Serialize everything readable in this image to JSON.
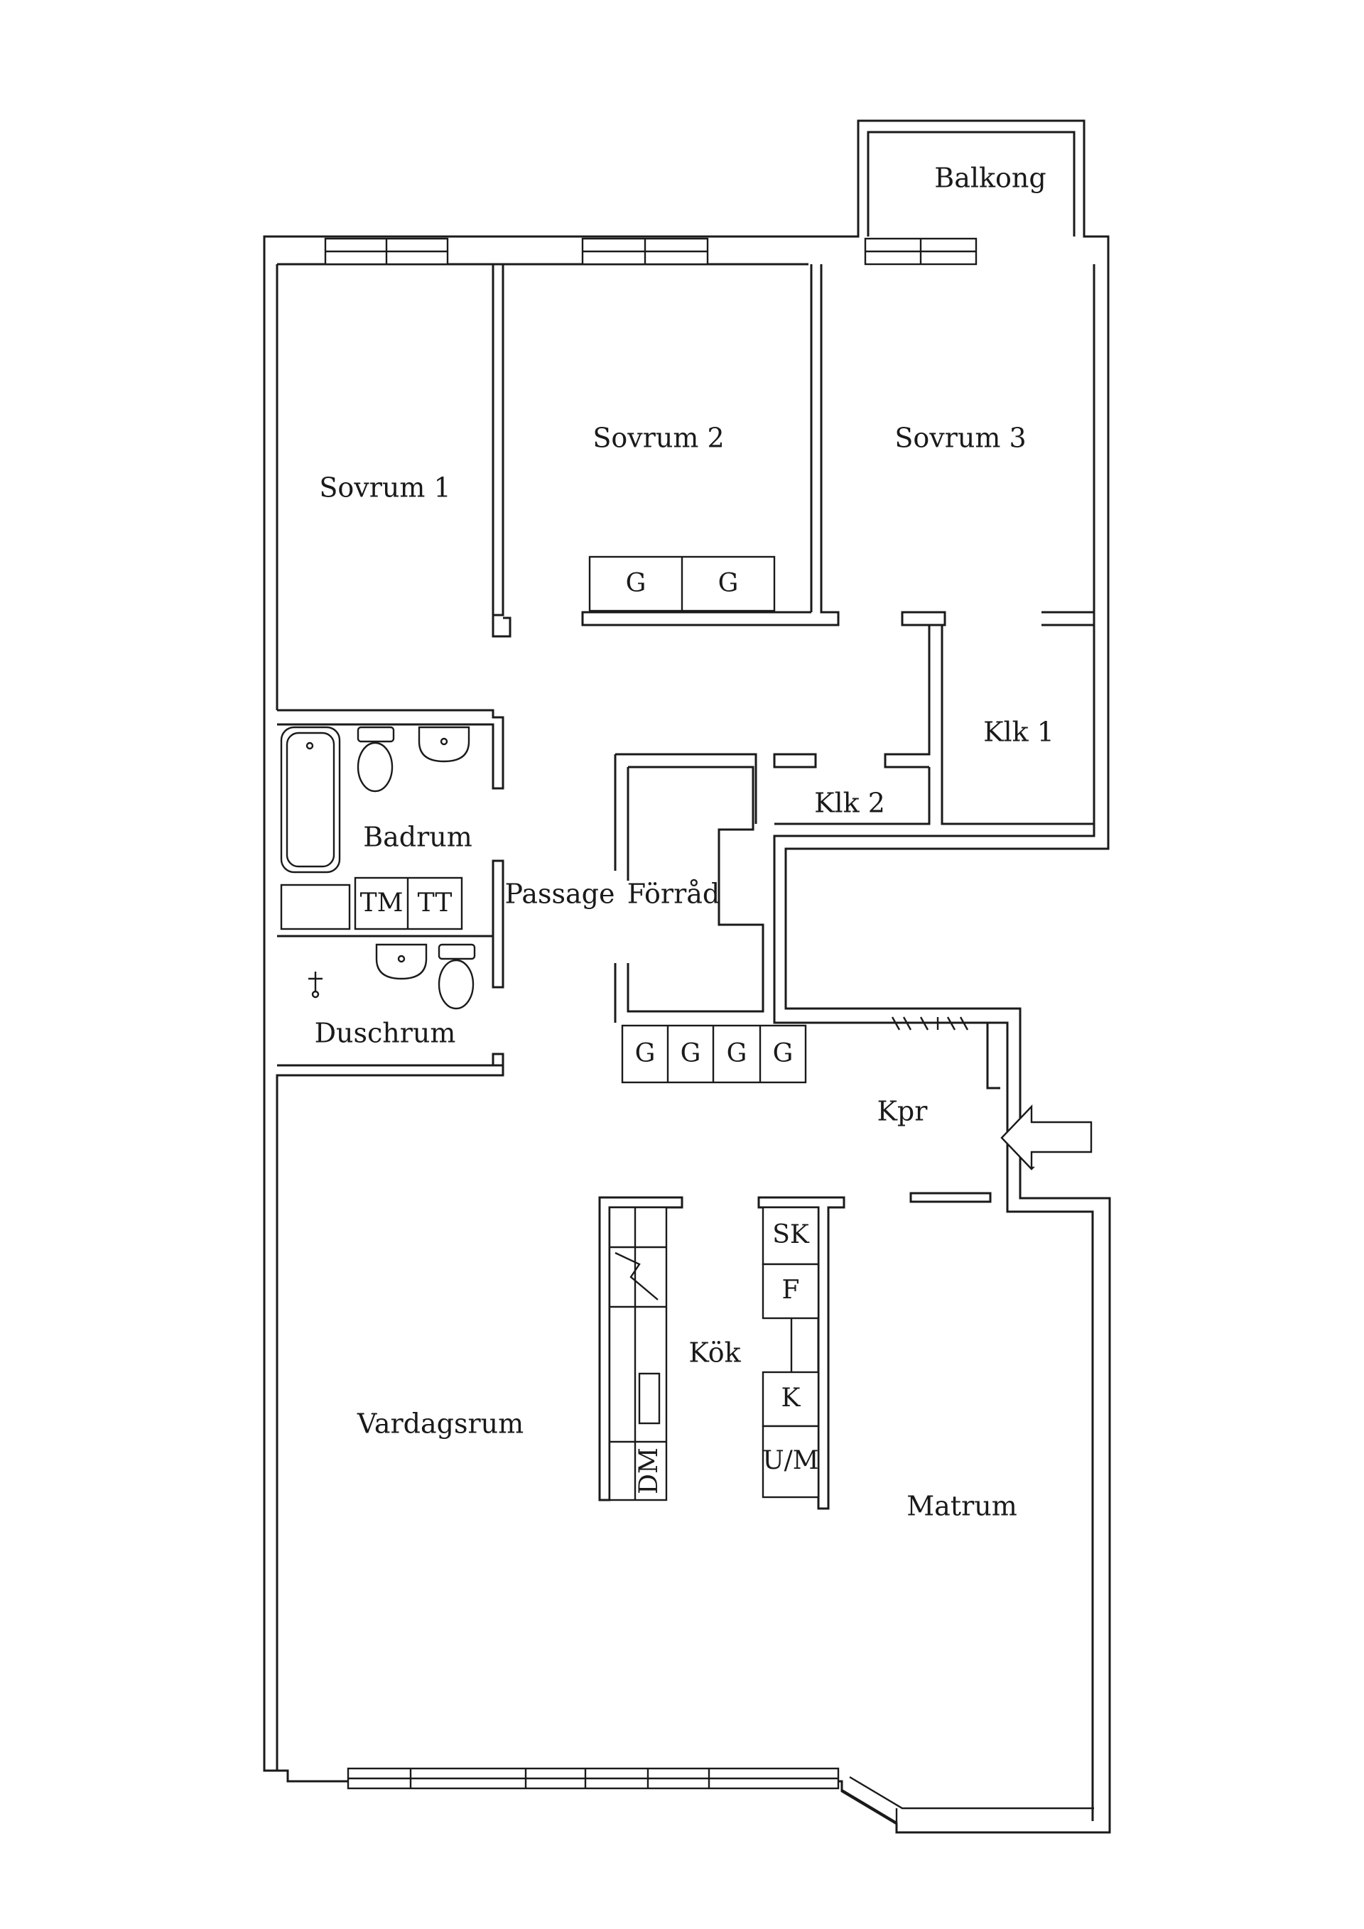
{
  "rooms": {
    "balkong": "Balkong",
    "sovrum1": "Sovrum 1",
    "sovrum2": "Sovrum 2",
    "sovrum3": "Sovrum 3",
    "klk1": "Klk 1",
    "klk2": "Klk 2",
    "badrum": "Badrum",
    "passage": "Passage",
    "forrad": "Förråd",
    "duschrum": "Duschrum",
    "kpr": "Kpr",
    "kok": "Kök",
    "vardagsrum": "Vardagsrum",
    "matrum": "Matrum"
  },
  "fixtures": {
    "garderob": "G",
    "tvattmaskin": "TM",
    "torktumlare": "TT",
    "skap": "SK",
    "frys": "F",
    "kyl": "K",
    "ugn_mikro": "U/M",
    "diskmaskin": "DM"
  },
  "icons": {
    "entrance": "entrance-arrow-icon",
    "stove": "stove-zigzag-icon"
  },
  "colors": {
    "line": "#1a1a1a",
    "background": "#ffffff"
  }
}
